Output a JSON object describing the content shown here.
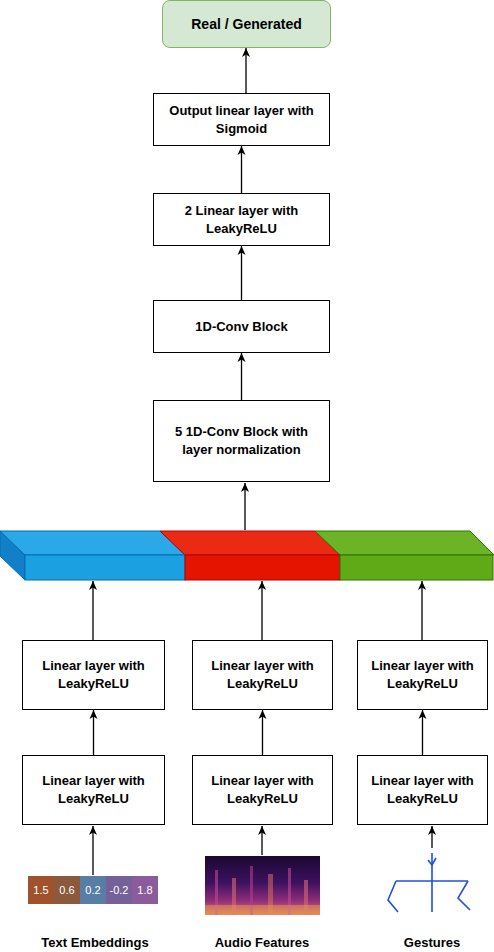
{
  "diagram": {
    "nodes": [
      {
        "text": [
          "Real / Generated"
        ]
      },
      {
        "text": [
          "Output linear layer with Sigmoid"
        ]
      },
      {
        "text": [
          "2 Linear layer with LeakyReLU"
        ]
      },
      {
        "text": [
          "1D-Conv Block"
        ]
      },
      {
        "text": [
          "5 1D-Conv Block with layer normalization"
        ]
      },
      {
        "text": [
          "Linear layer with LeakyReLU"
        ]
      },
      {
        "text": [
          "Linear layer with LeakyReLU"
        ]
      },
      {
        "text": [
          "Linear layer with LeakyReLU"
        ]
      },
      {
        "text": [
          "Linear layer with LeakyReLU"
        ]
      },
      {
        "text": [
          "Linear layer with LeakyReLU"
        ]
      },
      {
        "text": [
          "Linear layer with LeakyReLU"
        ]
      }
    ],
    "edges": [
      {
        "from": 4,
        "to": 3,
        "arrow": "to"
      },
      {
        "from": 3,
        "to": 2,
        "arrow": "to"
      },
      {
        "from": 2,
        "to": 1,
        "arrow": "to"
      },
      {
        "from": 1,
        "to": 0,
        "arrow": "to"
      },
      {
        "from": 8,
        "to": 5,
        "arrow": "to"
      },
      {
        "from": 9,
        "to": 6,
        "arrow": "to"
      },
      {
        "from": 10,
        "to": 7,
        "arrow": "to"
      }
    ],
    "labels": [
      "1.5",
      "0.6",
      "0.2",
      "-0.2",
      "1.8",
      "Text Embeddings",
      "Audio Features",
      "Gestures"
    ]
  }
}
